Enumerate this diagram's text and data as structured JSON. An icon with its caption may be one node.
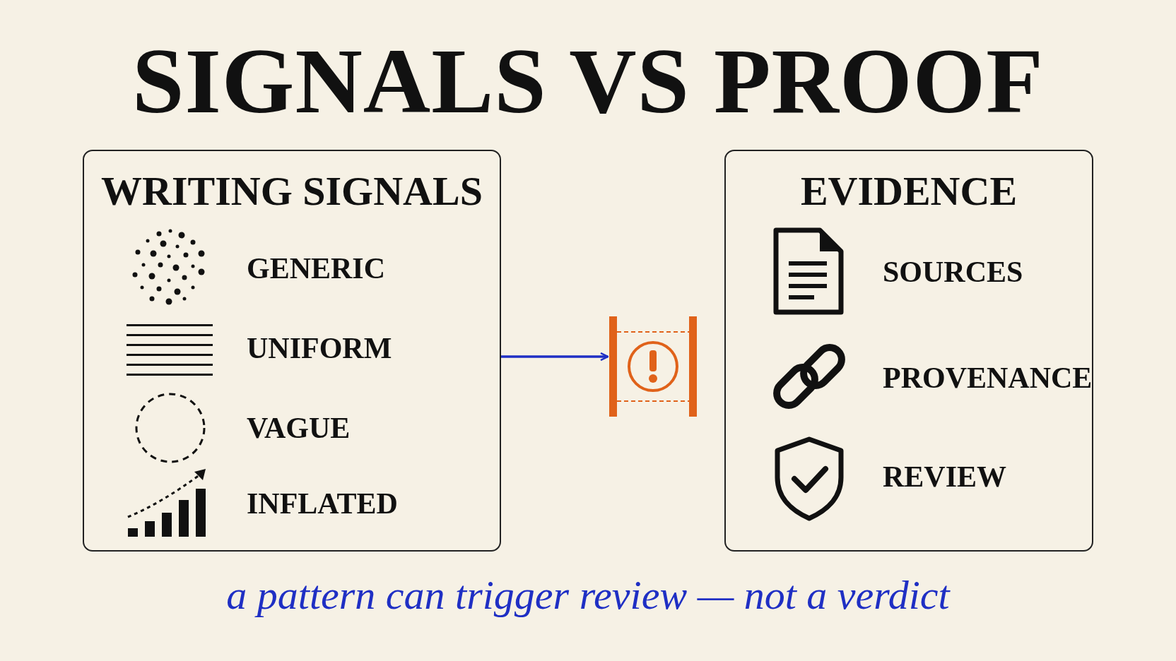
{
  "diagram": {
    "title": "SIGNALS VS PROOF",
    "caption": "a pattern can trigger review — not a verdict",
    "nodes": [
      {
        "text": [
          "WRITING SIGNALS",
          "GENERIC",
          "UNIFORM",
          "VAGUE",
          "INFLATED"
        ]
      },
      {
        "text": [],
        "shape": "picture"
      },
      {
        "text": [
          "EVIDENCE",
          "SOURCES",
          "PROVENANCE",
          "REVIEW"
        ]
      }
    ],
    "edges": [
      {
        "from": 0,
        "to": 1,
        "arrow": "to"
      }
    ]
  }
}
